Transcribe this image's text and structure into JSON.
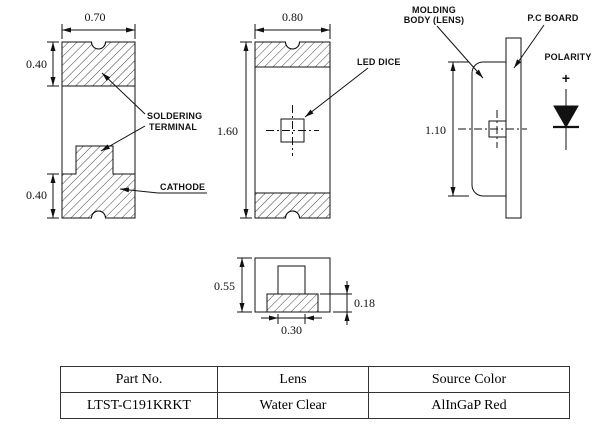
{
  "views": {
    "front": {
      "dim_width": "0.70",
      "dim_top_terminal": "0.40",
      "dim_bottom_terminal": "0.40",
      "label_soldering_1": "SOLDERING",
      "label_soldering_2": "TERMINAL",
      "label_cathode": "CATHODE"
    },
    "top": {
      "dim_width": "0.80",
      "dim_length": "1.60",
      "label_led_dice": "LED DICE"
    },
    "side": {
      "dim_height": "1.10",
      "label_molding_1": "MOLDING",
      "label_molding_2": "BODY (LENS)",
      "label_pc_board": "P.C BOARD",
      "label_polarity": "POLARITY",
      "polarity_plus": "+"
    },
    "profile": {
      "dim_height": "0.55",
      "dim_terminal_thickness": "0.18",
      "dim_pad_width": "0.30"
    }
  },
  "table": {
    "headers": [
      "Part No.",
      "Lens",
      "Source Color"
    ],
    "row": [
      "LTST-C191KRKT",
      "Water Clear",
      "AlInGaP Red"
    ]
  },
  "colors": {
    "line": "#111111",
    "background": "#ffffff"
  }
}
